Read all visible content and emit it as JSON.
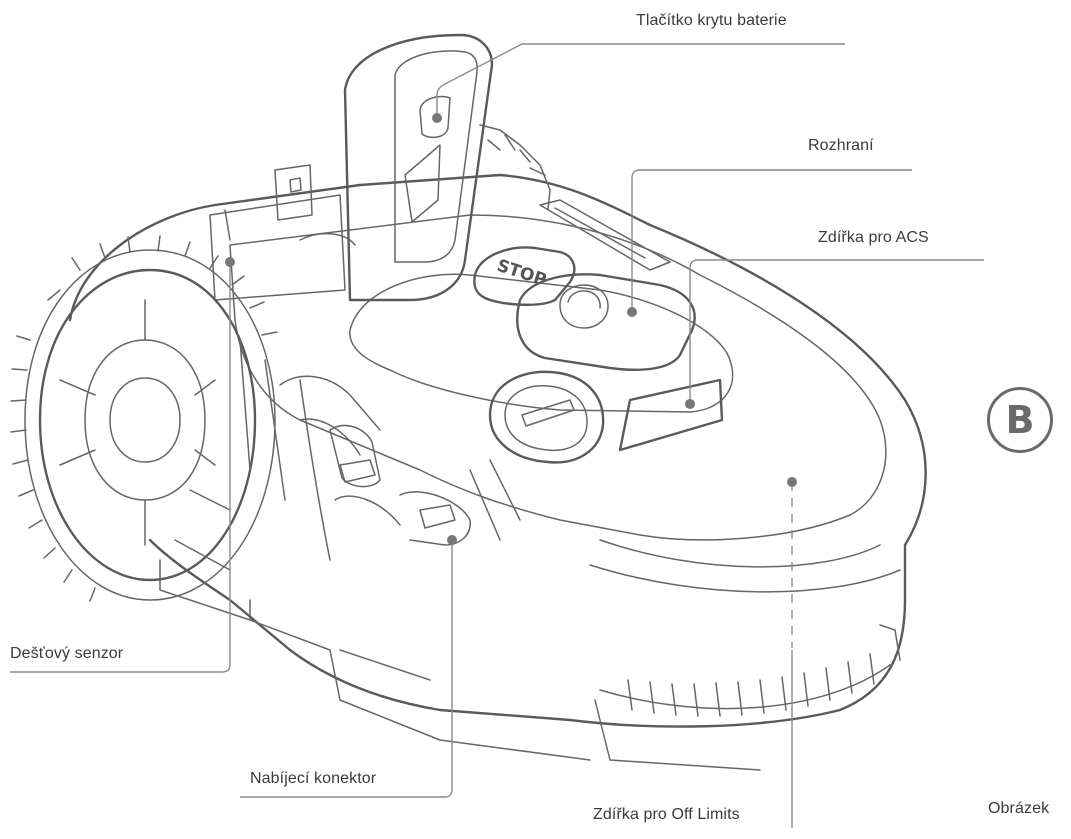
{
  "figure": {
    "badge_letter": "B",
    "caption": "Obrázek",
    "button_label": "STOP",
    "labels": {
      "battery_cover_button": "Tlačítko krytu baterie",
      "interface": "Rozhraní",
      "acs_port": "Zdířka pro ACS",
      "rain_sensor": "Dešťový senzor",
      "charging_connector": "Nabíjecí konektor",
      "off_limits_port": "Zdířka pro Off Limits"
    }
  }
}
